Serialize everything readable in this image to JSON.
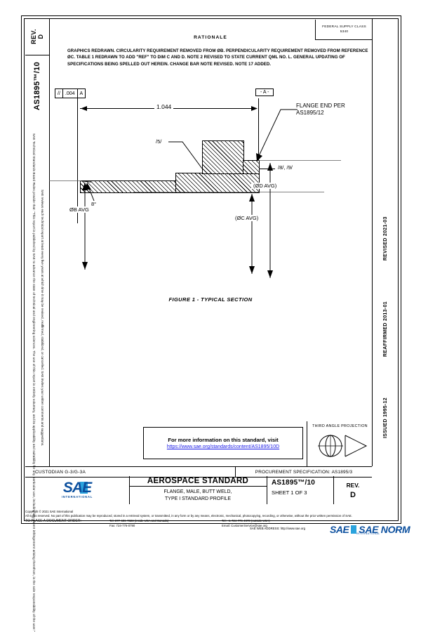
{
  "document": {
    "rev_label": "REV.",
    "rev_value": "D",
    "doc_number_vertical": "AS1895™/10",
    "fsc_line1": "FEDERAL SUPPLY CLASS",
    "fsc_line2": "5340"
  },
  "rationale": {
    "title": "RATIONALE",
    "body": "GRAPHICS REDRAWN. CIRCULARITY REQUIREMENT REMOVED FROM ØB. PERPENDICULARITY REQUIREMENT REMOVED FROM REFERENCE ØC. TABLE 1 REDRAWN TO ADD \"REF\" TO DIM C AND D. NOTE 2 REVISED TO STATE CURRENT QML NO. L. GENERAL UPDATING OF SPECIFICATIONS BEING SPELLED OUT HEREIN. CHANGE BAR NOTE REVISED. NOTE 17 ADDED."
  },
  "drawing": {
    "fcf": {
      "symbol": "//",
      "tolerance": ".004",
      "datum": "A"
    },
    "datum_a": "- A -",
    "dim_length": "1.044",
    "note_5": "/5/",
    "note_8_9": "/8/, /9/",
    "angle": "8°",
    "dia_b": "ØB AVG",
    "dia_c": "(ØC AVG)",
    "dia_d": "(ØD AVG)",
    "callout_flange_l1": "FLANGE END PER",
    "callout_flange_l2": "AS1895/12",
    "figure_caption": "FIGURE 1 - TYPICAL SECTION"
  },
  "dates": {
    "issued": "ISSUED 1995-12",
    "reaffirmed": "REAFFIRMED 2013-01",
    "revised": "REVISED 2021-03"
  },
  "info_box": {
    "line1": "For more information on this standard, visit",
    "url": "https://www.sae.org/standards/content/AS1895/10D"
  },
  "projection": {
    "title": "THIRD ANGLE PROJECTION"
  },
  "custodian": {
    "left": "CUSTODIAN  G-3/G-3A",
    "right": "PROCUREMENT SPECIFICATION: AS1895/3"
  },
  "title_block": {
    "logo_text": "SAE",
    "logo_sub": "INTERNATIONAL",
    "header": "AEROSPACE STANDARD",
    "sub_line1": "FLANGE, MALE, BUTT WELD,",
    "sub_line2": "TYPE I STANDARD PROFILE",
    "number": "AS1895™/10",
    "sheet": "SHEET 1 OF 3",
    "rev_label": "REV.",
    "rev_value": "D"
  },
  "left_margin": {
    "line1": "SAE Technical Standards Board Rules provide that: “This report is published by SAE to advance the state of technical and engineering sciences. The use of this report is entirely voluntary, and its applicability and suitability for any particular use, including any patent infringement arising therefrom, is the sole responsibility of the user.”",
    "line2": "SAE reviews each technical report at least every five years at which time it may be revised, reaffirmed, stabilized, or cancelled. SAE invites your written comments and suggestions."
  },
  "footer": {
    "copyright": "Copyright © 2021 SAE International",
    "rights": "All rights reserved. No part of this publication may be reproduced, stored in a retrieval system, or transmitted, in any form or by any means, electronic, mechanical, photocopying, recording, or otherwise, without the prior written permission of SAE.",
    "order_label": "TO PLACE A DOCUMENT ORDER:",
    "tel_us": "Tel:        877-606-7323 (inside USA and Canada)",
    "tel_intl": "Tel:        +1 724-776-4970 (outside USA)",
    "fax": "Fax:       724-776-0790",
    "email": "Email:   CustomerService@sae.org",
    "web": "SAE WEB ADDRESS:  http://www.sae.org"
  },
  "watermark": {
    "part1": "SAE",
    "part2": "SAE NORM",
    "sub": "INTERNATIONAL"
  }
}
